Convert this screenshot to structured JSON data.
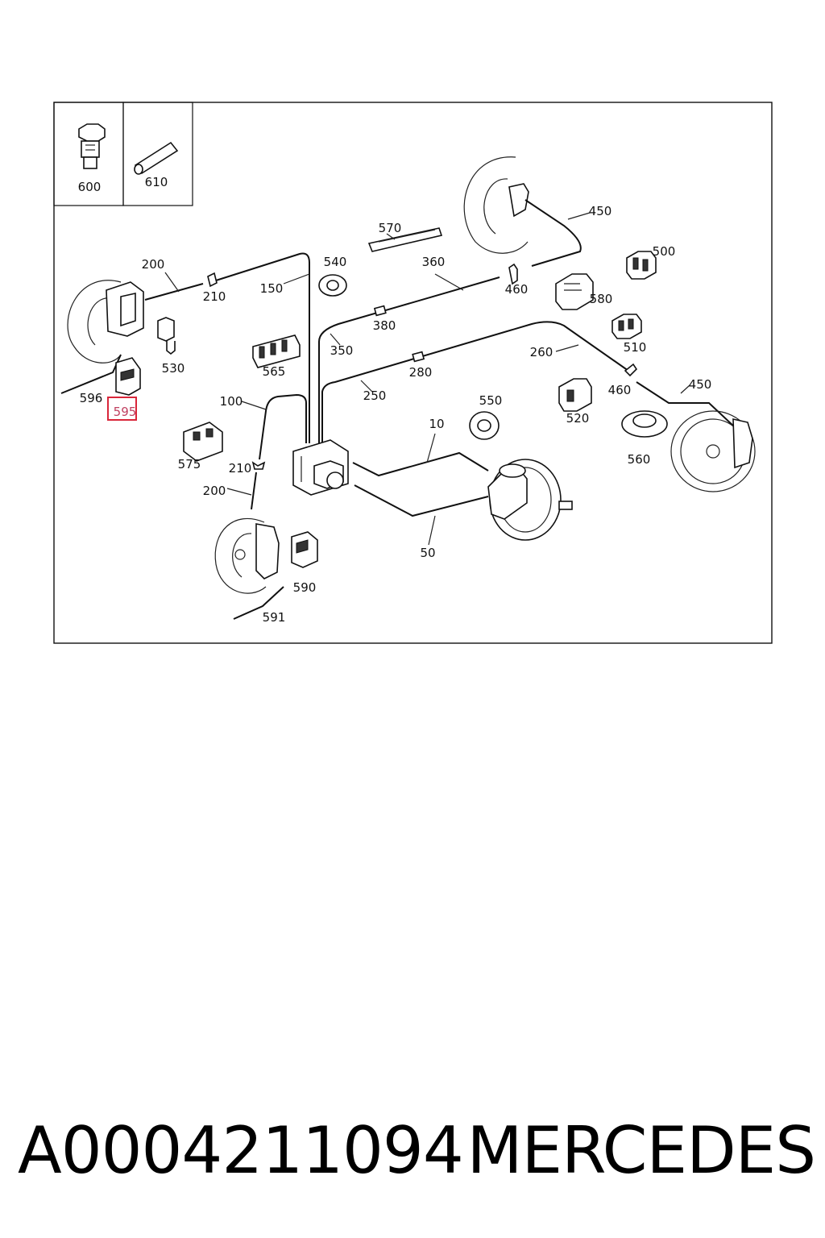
{
  "diagram": {
    "callouts": {
      "c600": "600",
      "c610": "610",
      "c570": "570",
      "c450a": "450",
      "c500": "500",
      "c540": "540",
      "c360": "360",
      "c460a": "460",
      "c580": "580",
      "c200a": "200",
      "c210a": "210",
      "c150": "150",
      "c380": "380",
      "c530": "530",
      "c350": "350",
      "c565": "565",
      "c510": "510",
      "c260": "260",
      "c280": "280",
      "c596": "596",
      "c595": "595",
      "c460b": "460",
      "c450b": "450",
      "c250": "250",
      "c100": "100",
      "c550": "550",
      "c520": "520",
      "c10": "10",
      "c575": "575",
      "c560": "560",
      "c210b": "210",
      "c200b": "200",
      "c50": "50",
      "c590": "590",
      "c591": "591"
    },
    "highlight_color": "#d9263a"
  },
  "footer": {
    "part_number": "A0004211094",
    "brand": "MERCEDES"
  }
}
